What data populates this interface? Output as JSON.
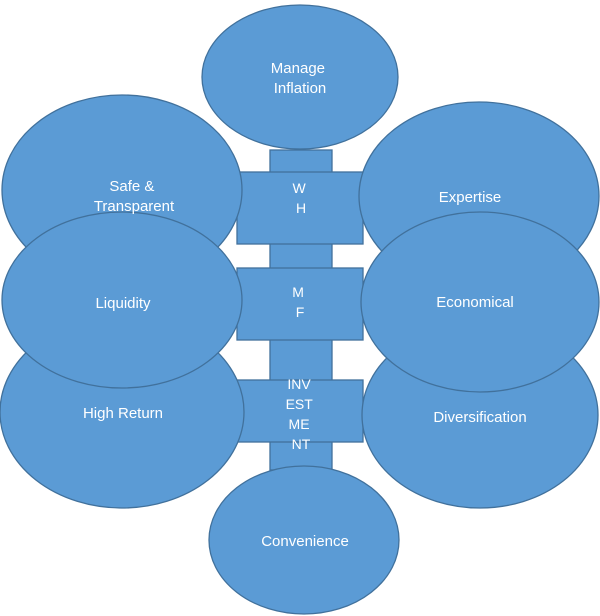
{
  "diagram": {
    "circles": {
      "manage_inflation": [
        "Manage",
        "Inflation"
      ],
      "safe_transparent": [
        "Safe &",
        "Transparent"
      ],
      "expertise": [
        "Expertise"
      ],
      "liquidity": [
        "Liquidity"
      ],
      "economical": [
        "Economical"
      ],
      "high_return": [
        "High Return"
      ],
      "diversification": [
        "Diversification"
      ],
      "convenience": [
        "Convenience"
      ]
    },
    "center": {
      "wh": [
        "W",
        "H"
      ],
      "mf": [
        "M",
        "F"
      ],
      "investment": [
        "INV",
        "EST",
        "ME",
        "NT"
      ]
    }
  },
  "colors": {
    "fill": "#5b9bd5",
    "stroke": "#41719c",
    "text": "#ffffff"
  }
}
